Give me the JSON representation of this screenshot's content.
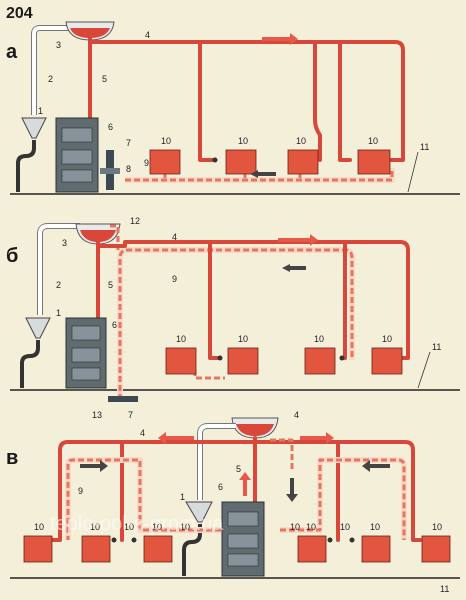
{
  "figure_number": "204",
  "sections": [
    {
      "id": "a",
      "label": "а",
      "callouts": [
        "1",
        "2",
        "3",
        "4",
        "5",
        "6",
        "7",
        "8",
        "9",
        "10",
        "10",
        "10",
        "10",
        "11"
      ]
    },
    {
      "id": "b",
      "label": "б",
      "callouts": [
        "1",
        "2",
        "3",
        "4",
        "5",
        "6",
        "7",
        "9",
        "10",
        "10",
        "10",
        "10",
        "11",
        "12",
        "13"
      ]
    },
    {
      "id": "v",
      "label": "в",
      "callouts": [
        "1",
        "4",
        "4",
        "5",
        "6",
        "9",
        "10",
        "10",
        "10",
        "10",
        "10",
        "10",
        "10",
        "10",
        "10",
        "10",
        "11"
      ]
    }
  ],
  "watermark": "teplo-pol-s-prom.ua",
  "colors": {
    "hot_pipe": "#d9473a",
    "return_pipe": "#e8745e",
    "radiator": "#e2563f",
    "boiler": "#5f6b6f",
    "background": "#f4efd9"
  },
  "legend": {
    "hot_flow": "arrow-right-icon",
    "return_flow": "arrow-left-dashed-icon"
  }
}
